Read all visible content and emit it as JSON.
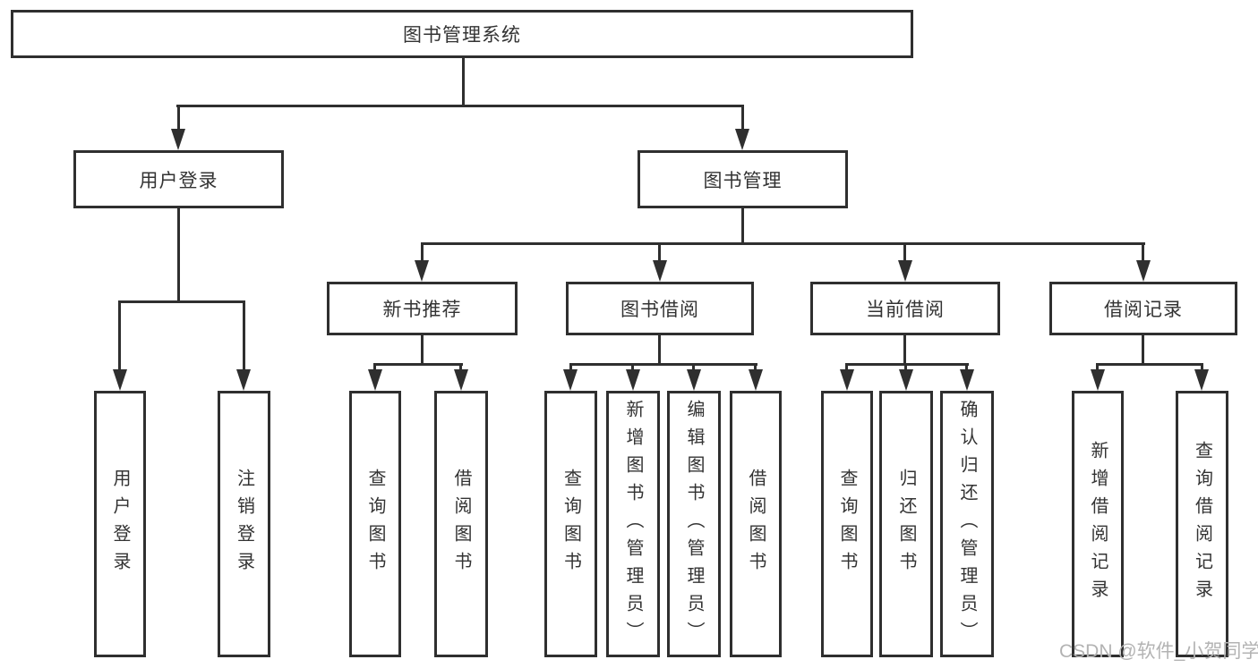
{
  "colors": {
    "line": "#2f2f2f",
    "text": "#333333",
    "watermark": "#b3b3b3",
    "background": "#ffffff"
  },
  "watermark": {
    "text": "CSDN @软件_小贺同学"
  },
  "diagram": {
    "type": "hierarchy-tree",
    "root": {
      "label": "图书管理系统"
    },
    "level2": [
      {
        "label": "用户登录"
      },
      {
        "label": "图书管理"
      }
    ],
    "level3": [
      {
        "label": "新书推荐",
        "parent": "图书管理"
      },
      {
        "label": "图书借阅",
        "parent": "图书管理"
      },
      {
        "label": "当前借阅",
        "parent": "图书管理"
      },
      {
        "label": "借阅记录",
        "parent": "图书管理"
      }
    ],
    "leaves": [
      {
        "label": "用户登录",
        "parent": "用户登录"
      },
      {
        "label": "注销登录",
        "parent": "用户登录"
      },
      {
        "label": "查询图书",
        "parent": "新书推荐"
      },
      {
        "label": "借阅图书",
        "parent": "新书推荐"
      },
      {
        "label": "查询图书",
        "parent": "图书借阅"
      },
      {
        "label": "新增图书（管理员）",
        "parent": "图书借阅"
      },
      {
        "label": "编辑图书（管理员）",
        "parent": "图书借阅"
      },
      {
        "label": "借阅图书",
        "parent": "图书借阅"
      },
      {
        "label": "查询图书",
        "parent": "当前借阅"
      },
      {
        "label": "归还图书",
        "parent": "当前借阅"
      },
      {
        "label": "确认归还（管理员）",
        "parent": "当前借阅"
      },
      {
        "label": "新增借阅记录",
        "parent": "借阅记录"
      },
      {
        "label": "查询借阅记录",
        "parent": "借阅记录"
      }
    ]
  }
}
